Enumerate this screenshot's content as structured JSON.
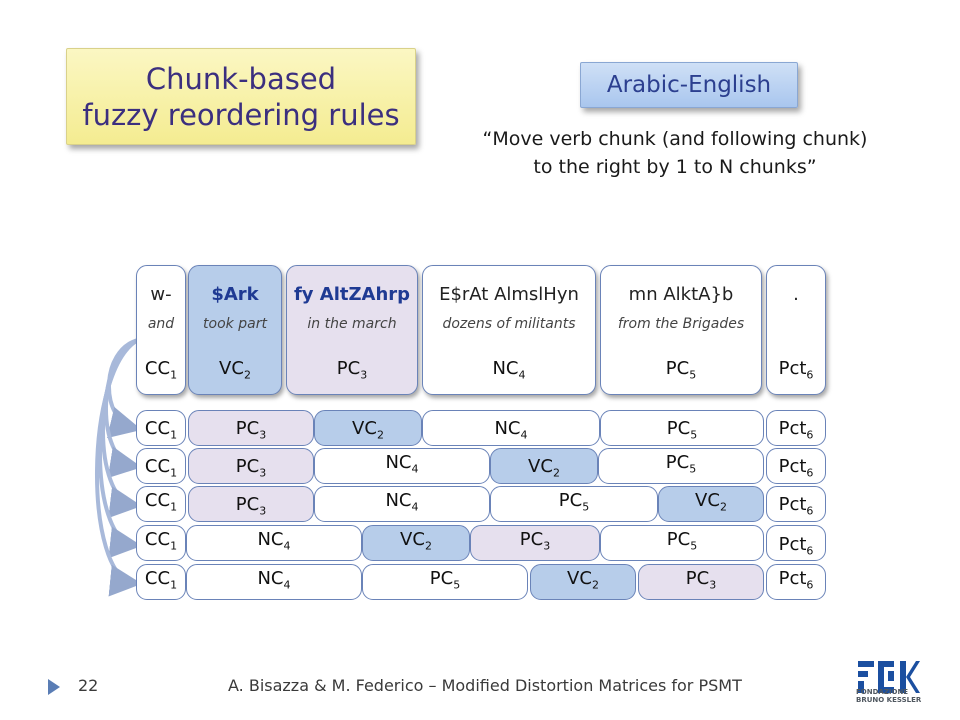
{
  "title": {
    "line1": "Chunk-based",
    "line2": "fuzzy reordering rules"
  },
  "language_pair": "Arabic-English",
  "quote": {
    "line1": "“Move verb chunk (and following chunk)",
    "line2": "to the right by 1 to N chunks”"
  },
  "top_row": [
    {
      "arabic": "w-",
      "gloss": "and",
      "label": "CC",
      "sub": "1"
    },
    {
      "arabic": "$Ark",
      "gloss": "took part",
      "label": "VC",
      "sub": "2"
    },
    {
      "arabic": "fy AltZAhrp",
      "gloss": "in the march",
      "label": "PC",
      "sub": "3"
    },
    {
      "arabic": "E$rAt AlmslHyn",
      "gloss": "dozens of militants",
      "label": "NC",
      "sub": "4"
    },
    {
      "arabic": "mn AlktA}b",
      "gloss": "from the Brigades",
      "label": "PC",
      "sub": "5"
    },
    {
      "arabic": ".",
      "gloss": "",
      "label": "Pct",
      "sub": "6"
    }
  ],
  "reordered_rows": [
    [
      {
        "label": "CC",
        "sub": "1"
      },
      {
        "label": "PC",
        "sub": "3"
      },
      {
        "label": "VC",
        "sub": "2"
      },
      {
        "label": "NC",
        "sub": "4"
      },
      {
        "label": "PC",
        "sub": "5"
      },
      {
        "label": "Pct",
        "sub": "6"
      }
    ],
    [
      {
        "label": "CC",
        "sub": "1"
      },
      {
        "label": "PC",
        "sub": "3"
      },
      {
        "label": "NC",
        "sub": "4"
      },
      {
        "label": "VC",
        "sub": "2"
      },
      {
        "label": "PC",
        "sub": "5"
      },
      {
        "label": "Pct",
        "sub": "6"
      }
    ],
    [
      {
        "label": "CC",
        "sub": "1"
      },
      {
        "label": "PC",
        "sub": "3"
      },
      {
        "label": "NC",
        "sub": "4"
      },
      {
        "label": "PC",
        "sub": "5"
      },
      {
        "label": "VC",
        "sub": "2"
      },
      {
        "label": "Pct",
        "sub": "6"
      }
    ],
    [
      {
        "label": "CC",
        "sub": "1"
      },
      {
        "label": "NC",
        "sub": "4"
      },
      {
        "label": "VC",
        "sub": "2"
      },
      {
        "label": "PC",
        "sub": "3"
      },
      {
        "label": "PC",
        "sub": "5"
      },
      {
        "label": "Pct",
        "sub": "6"
      }
    ],
    [
      {
        "label": "CC",
        "sub": "1"
      },
      {
        "label": "NC",
        "sub": "4"
      },
      {
        "label": "PC",
        "sub": "5"
      },
      {
        "label": "VC",
        "sub": "2"
      },
      {
        "label": "PC",
        "sub": "3"
      },
      {
        "label": "Pct",
        "sub": "6"
      }
    ]
  ],
  "colors": {
    "verb_chunk": "#b7cdea",
    "prep_chunk_moved": "#e6e0ee",
    "border": "#6a83b8"
  },
  "footer": {
    "page": "22",
    "text": "A. Bisazza & M. Federico – Modified Distortion Matrices for PSMT"
  },
  "logo": {
    "icon": "fbk-logo-icon",
    "line1": "FONDAZIONE",
    "line2": "BRUNO KESSLER"
  }
}
